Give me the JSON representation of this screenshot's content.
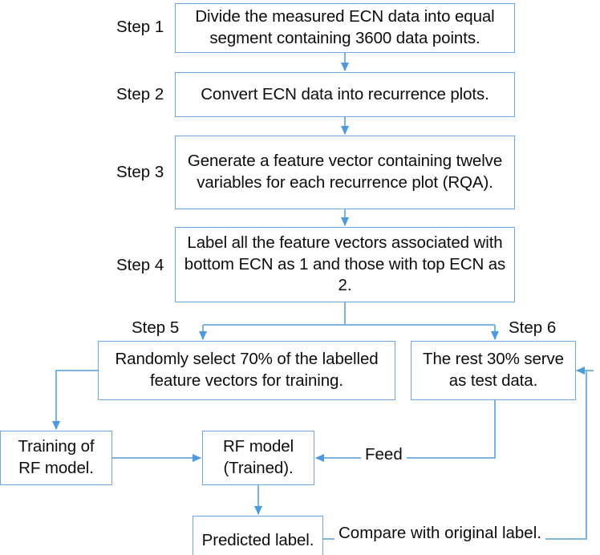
{
  "diagram": {
    "title": "ECN data RQA + Random Forest workflow flowchart",
    "colors": {
      "box_border": "#6FA8DC",
      "connector": "#6FA8DC",
      "text": "#0d0d0d",
      "background": "#ffffff"
    },
    "step_labels": {
      "step1": "Step 1",
      "step2": "Step 2",
      "step3": "Step 3",
      "step4": "Step 4",
      "step5": "Step 5",
      "step6": "Step 6"
    },
    "nodes": {
      "step1": "Divide the measured ECN data into equal segment containing 3600 data points.",
      "step2": "Convert ECN data into recurrence plots.",
      "step3": "Generate a feature vector containing twelve variables for each recurrence plot (RQA).",
      "step4": "Label all the feature vectors associated with bottom ECN as 1 and those with top ECN as 2.",
      "step5": "Randomly select 70% of the labelled feature vectors for training.",
      "step6": "The rest 30% serve as test data.",
      "training": "Training of RF model.",
      "rf_model": "RF model (Trained).",
      "predicted": "Predicted label."
    },
    "edge_labels": {
      "feed": "Feed",
      "compare": "Compare with original label."
    }
  }
}
